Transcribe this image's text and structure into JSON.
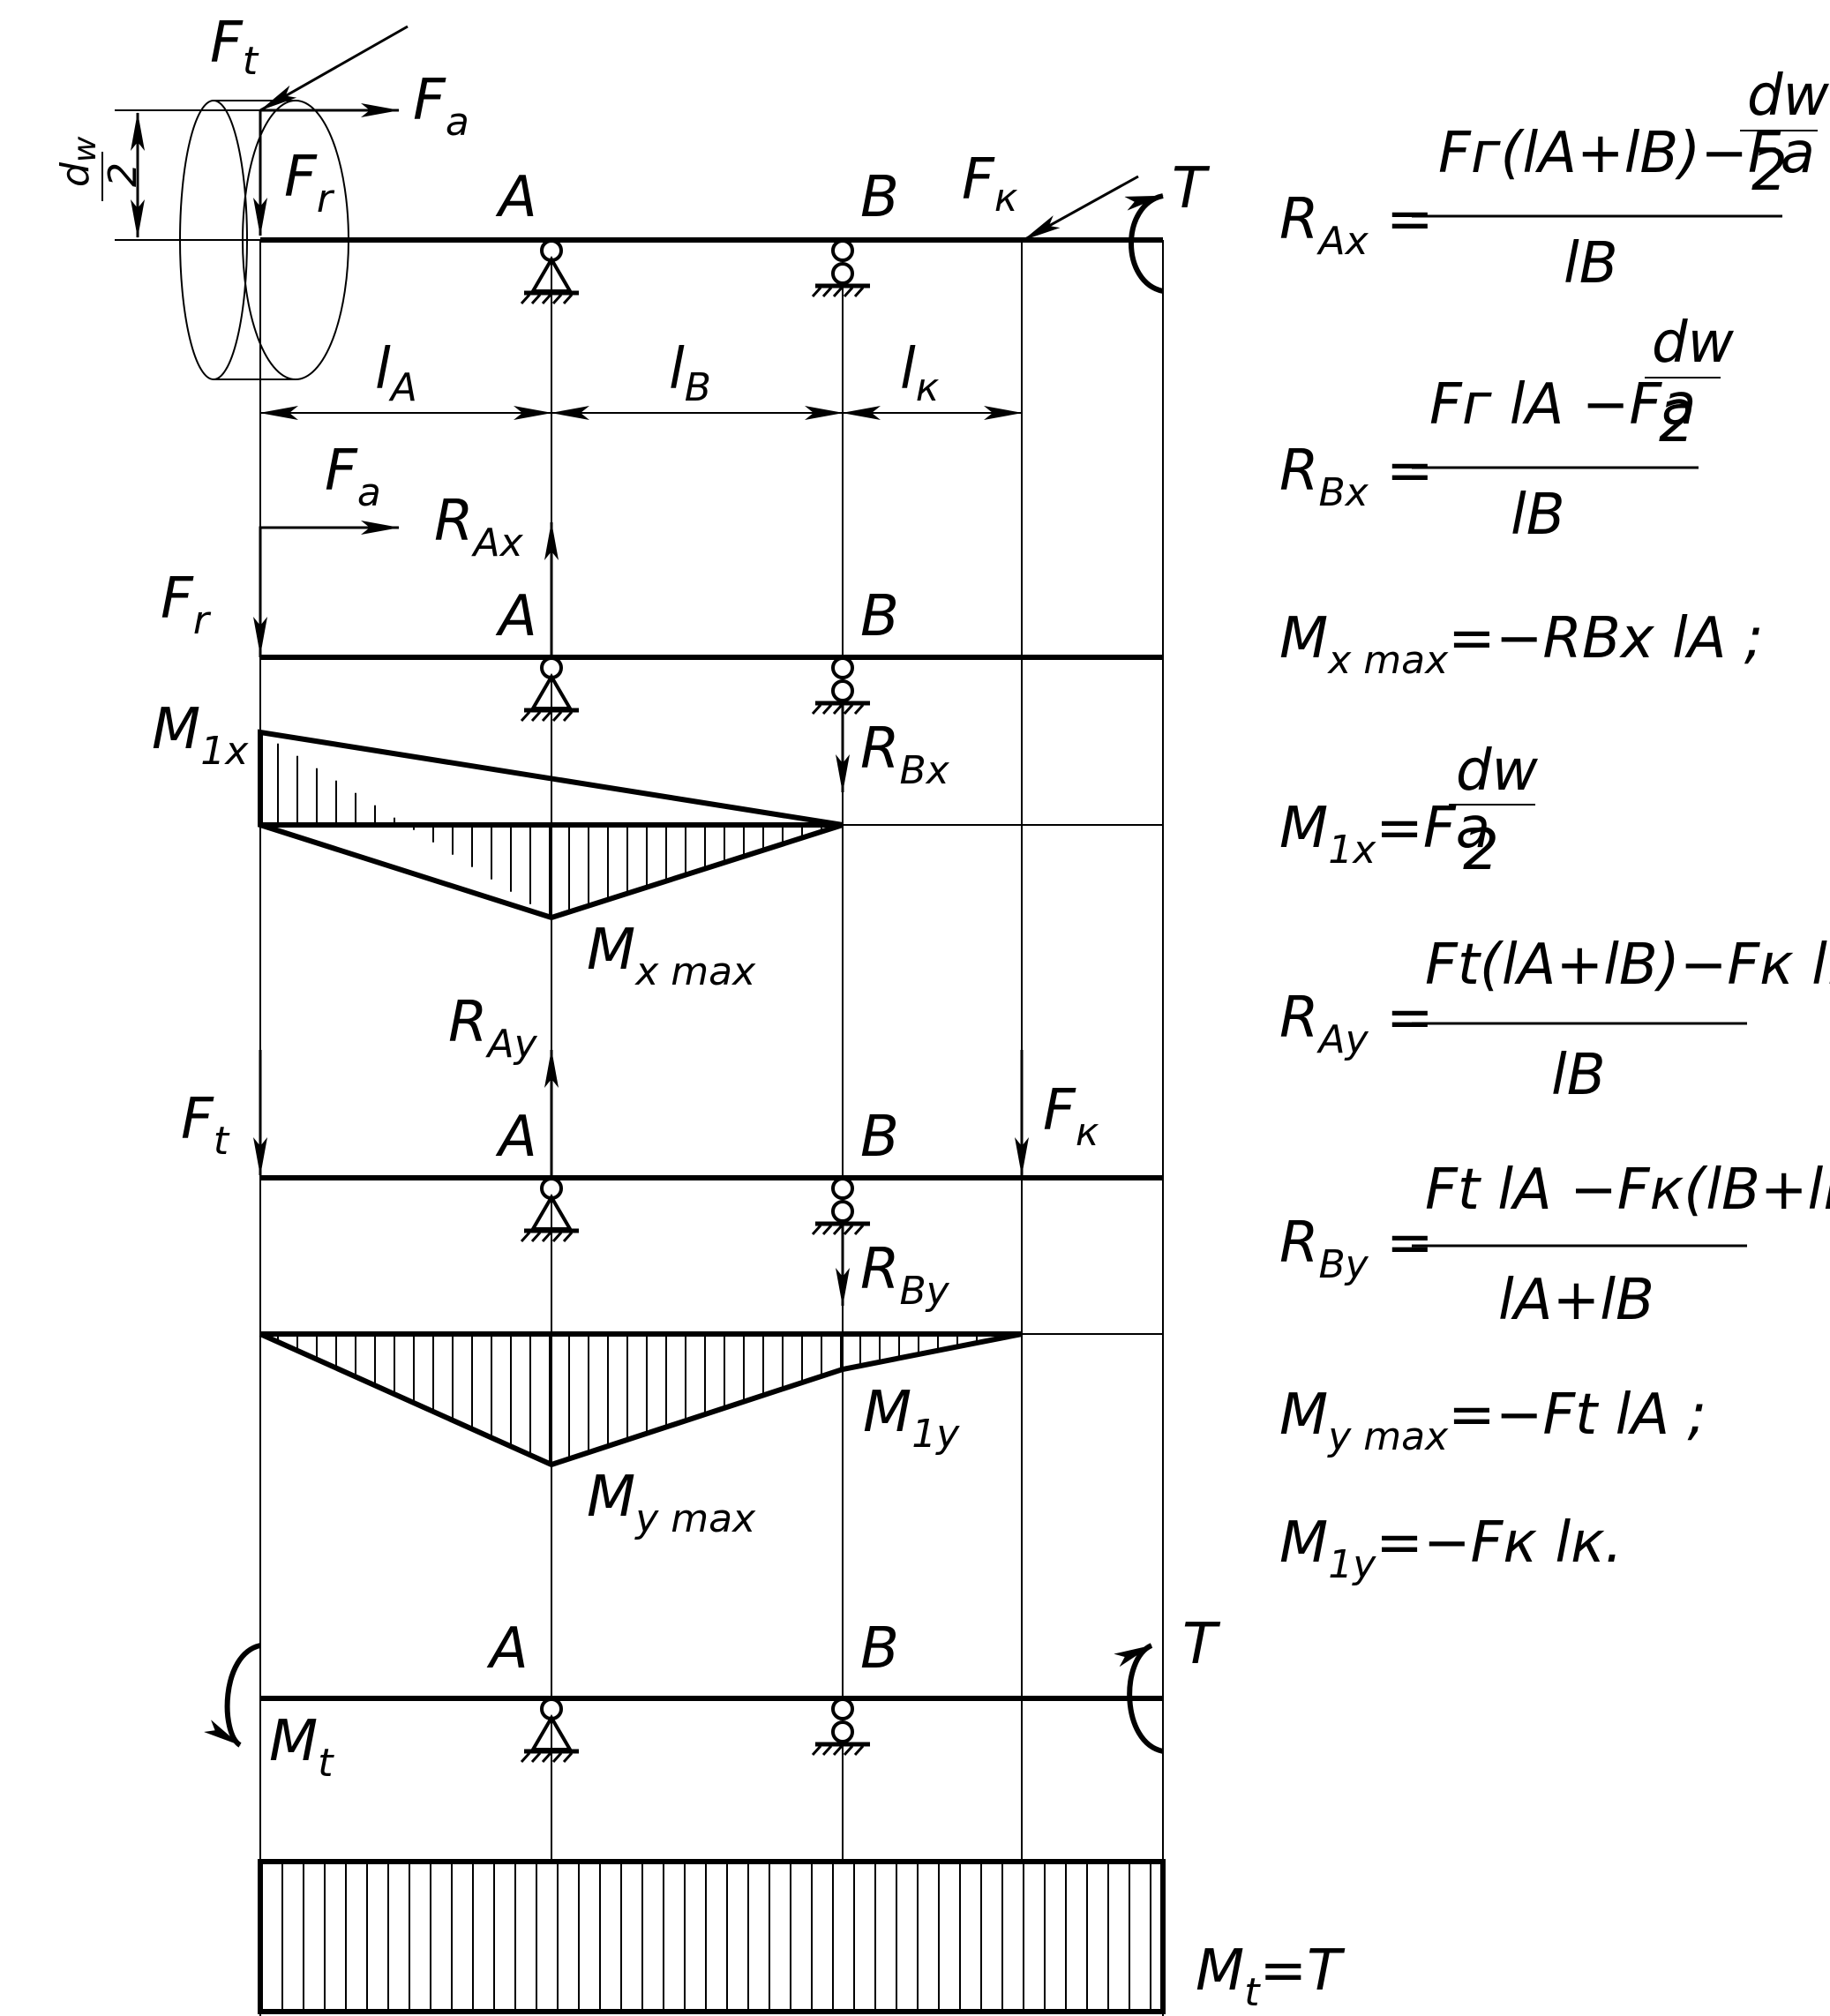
{
  "labels": {
    "force_t": "F",
    "sub_t": "t",
    "force_a": "F",
    "sub_a": "a",
    "force_r": "F",
    "sub_r": "r",
    "force_k": "F",
    "sub_k": "к",
    "torque": "T",
    "support_a": "A",
    "support_b": "B",
    "len_l": "l",
    "sub_A": "A",
    "sub_B": "B",
    "sub_K": "к",
    "dw_num": "d",
    "dw_sub": "w",
    "dw_den": "2",
    "r_letter": "R",
    "sub_Ax": "Ax",
    "sub_Bx": "Bx",
    "sub_Ay": "Ay",
    "sub_By": "By",
    "m_letter": "M",
    "sub_1x": "1x",
    "sub_1y": "1y",
    "sub_xmax": "x max",
    "sub_ymax": "y max",
    "sub_mt": "t",
    "mt_eq": "=T"
  },
  "formulas": {
    "rax_num": "Fг(lA+lB)−Fa",
    "rax_frac_num": "dw",
    "rax_frac_den": "2",
    "rax_den": "lB",
    "rbx_num": "Fг lA −Fa",
    "rbx_frac_num": "dw",
    "rbx_frac_den": "2",
    "rbx_den": "lB",
    "mxmax_rhs": "=−RBx lA ;",
    "m1x_rhs": "=Fa",
    "m1x_frac_num": "dw",
    "m1x_frac_den": "2",
    "ray_num": "Ft(lA+lB)−Fк lк",
    "ray_den": "lB",
    "rby_num": "Ft lA −Fк(lB+lк)",
    "rby_den": "lA+lB",
    "mymax_rhs": "=−Ft lA ;",
    "m1y_rhs": "=−Fк lк."
  }
}
